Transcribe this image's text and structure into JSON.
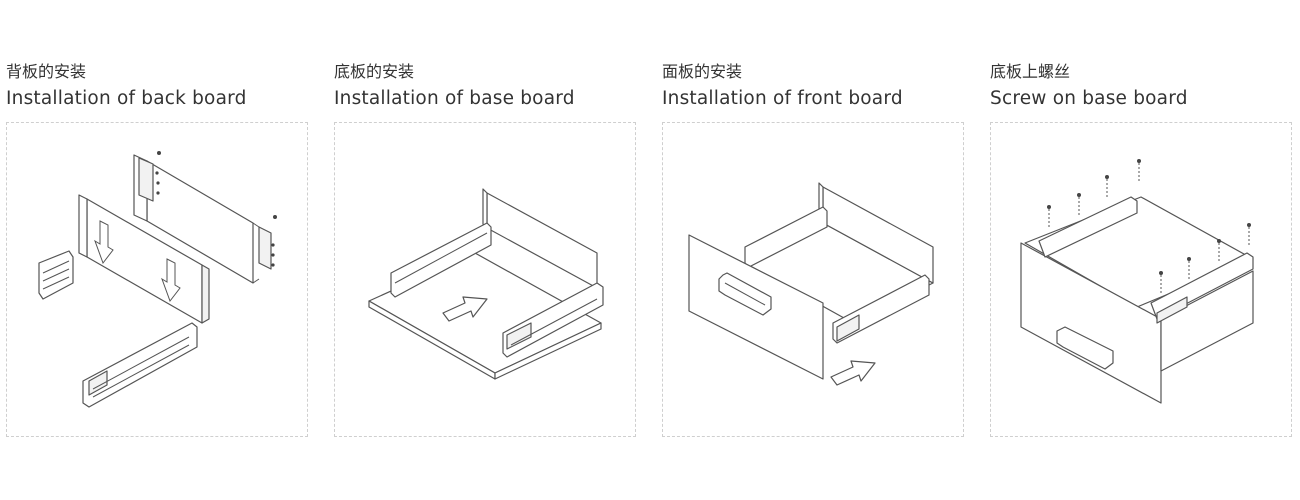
{
  "steps": [
    {
      "title_cn": "背板的安装",
      "title_en": "Installation of back board"
    },
    {
      "title_cn": "底板的安装",
      "title_en": "Installation of base board"
    },
    {
      "title_cn": "面板的安装",
      "title_en": "Installation of front board"
    },
    {
      "title_cn": "底板上螺丝",
      "title_en": "Screw on base board"
    }
  ],
  "colors": {
    "line": "#555555",
    "frame_border": "#cfcfcf",
    "text": "#333333"
  }
}
